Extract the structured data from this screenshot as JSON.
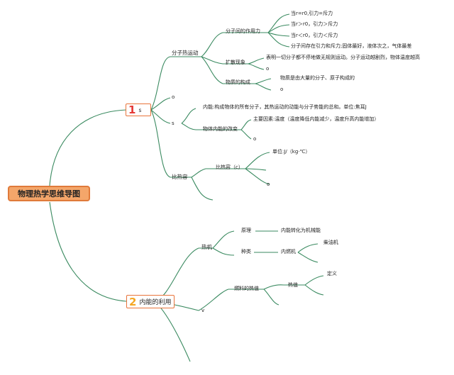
{
  "root": {
    "title": "物理热学思维导图"
  },
  "branch1": {
    "number": "1",
    "label": "s",
    "heat_motion": {
      "label": "分子热运动",
      "forces": {
        "label": "分子间的作用力",
        "items": [
          "当r=r0,引力=斥力",
          "当r＞r0，引力＞斥力",
          "当r＜r0，引力＜斥力",
          "分子间存在引力和斥力;固体最好，液体次之，气体最差"
        ]
      },
      "diffusion": {
        "label": "扩散现象",
        "text": "表明一切分子都不停地做无规则运动。分子运动越剧烈，物体温度越高",
        "sub": "o"
      },
      "structure": {
        "label": "物质的构成",
        "text": "物质是由大量的分子、原子构成的",
        "sub": "o"
      }
    },
    "o_label": "o",
    "internal": {
      "label": "s",
      "definition": "内能:构成物体的所有分子，其热运动的动能与分子势能的总和。单位:焦耳J",
      "change_label": "物体内能的改变",
      "factor": "主要因素:温度（温度降低内能减少，温度升高内能增加）",
      "sub": "o"
    },
    "specific_heat": {
      "label": "比热容",
      "child": "比热容（c）",
      "unit": "单位:J/（kg·℃）",
      "sub": "o"
    }
  },
  "branch2": {
    "number": "2",
    "label": "内能的利用",
    "engine": {
      "label": "热机",
      "principle": "原理",
      "principle_text": "内能转化为机械能",
      "types": "种类",
      "internal_combustion": "内燃机",
      "diesel": "柴油机"
    },
    "v_label": "v",
    "fuel": {
      "label": "燃料的热值",
      "heat_value": "热值",
      "definition": "定义"
    }
  },
  "colors": {
    "line": "#3a8a60",
    "root_fill": "#f4a66a",
    "root_border": "#e07a3a",
    "node_border": "#e8733a",
    "num1": "#e53935",
    "num2": "#f5a623"
  }
}
